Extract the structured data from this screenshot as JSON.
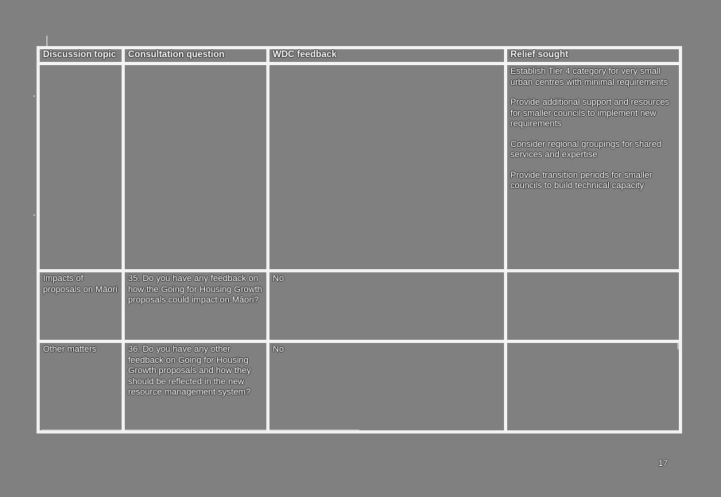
{
  "page": {
    "page_number": "17",
    "background_color": "#808080",
    "grid_color": "#f4f4f4",
    "text_color": "#ffffff"
  },
  "table": {
    "headers": [
      "Discussion topic",
      "Consultation question",
      "WDC feedback",
      "Relief sought"
    ],
    "rows": [
      {
        "topic": "",
        "question": "",
        "wdc_feedback": "",
        "relief_paragraphs": [
          "Establish Tier 4 category for very small urban centres with minimal requirements",
          "Provide additional support and resources for smaller councils to implement new requirements",
          "Consider regional groupings for shared services and expertise",
          "Provide transition periods for smaller councils to build technical capacity"
        ]
      },
      {
        "topic": "Impacts of proposals on Māori",
        "question": "35. Do you have any feedback on how the Going for Housing Growth proposals could impact on Māori?",
        "wdc_feedback": "No",
        "relief_paragraphs": []
      },
      {
        "topic": "Other matters",
        "question": "36. Do you have any other feedback on Going for Housing Growth proposals and how they should be reflected in the new resource management system?",
        "wdc_feedback": "No",
        "relief_paragraphs": []
      }
    ]
  }
}
